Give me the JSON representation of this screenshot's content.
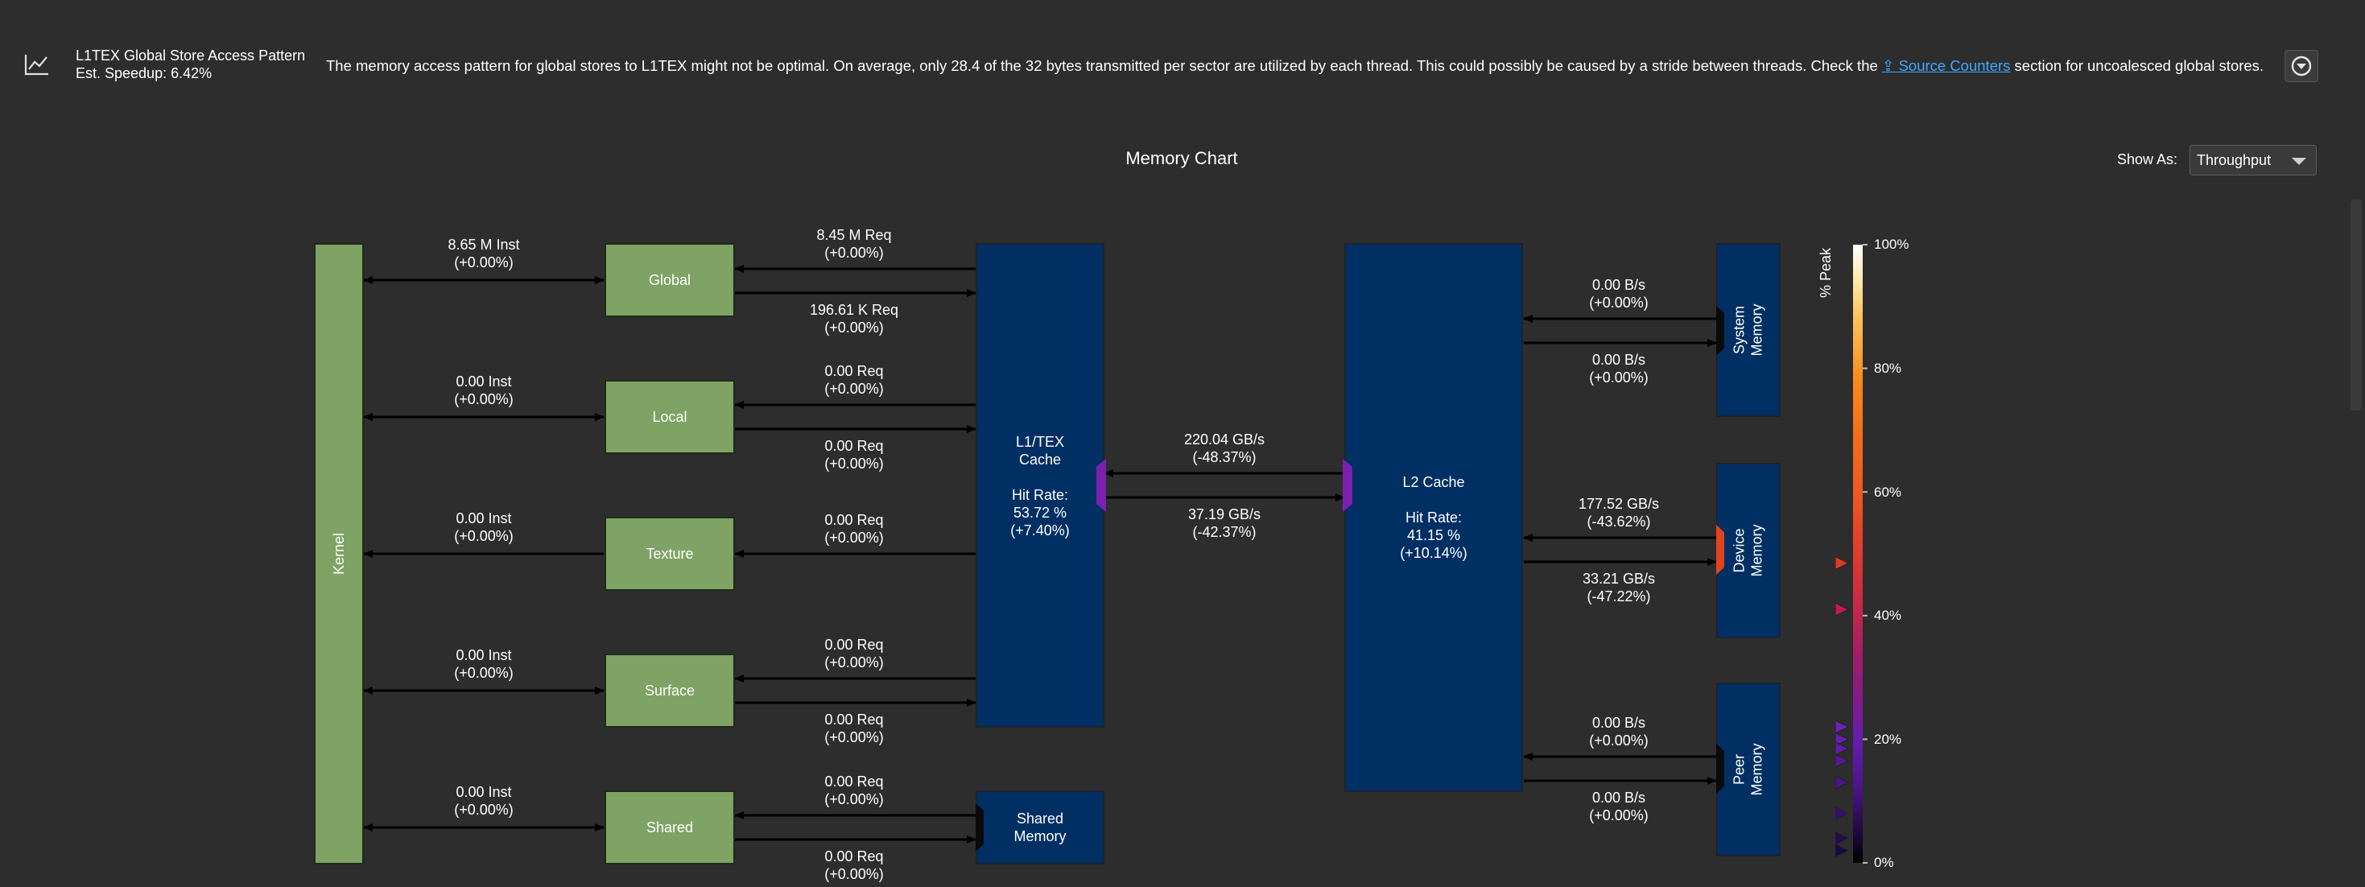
{
  "banner": {
    "icon": "line-chart-icon",
    "title": "L1TEX Global Store Access Pattern",
    "speedup": "Est. Speedup: 6.42%",
    "message_pre": "The memory access pattern for global stores to L1TEX might not be optimal. On average, only 28.4 of the 32 bytes transmitted per sector are utilized by each thread. This could possibly be caused by a stride between threads. Check the ",
    "link": "⇪ Source Counters",
    "message_post": " section for uncoalesced global stores."
  },
  "chart": {
    "title": "Memory Chart",
    "show_as_label": "Show As:",
    "show_as_value": "Throughput"
  },
  "units": {
    "kernel": "Kernel",
    "global": "Global",
    "local": "Local",
    "texture": "Texture",
    "surface": "Surface",
    "shared": "Shared",
    "l1tex": "L1/TEX\nCache\n\nHit Rate:\n53.72 %\n(+7.40%)",
    "shared_memory": "Shared\nMemory",
    "l2": "L2 Cache\n\nHit Rate:\n41.15 %\n(+10.14%)",
    "system_memory": "System\nMemory",
    "device_memory": "Device\nMemory",
    "peer_memory": "Peer\nMemory"
  },
  "links": {
    "kernel_global": "8.65 M Inst\n(+0.00%)",
    "kernel_local": "0.00 Inst\n(+0.00%)",
    "kernel_texture": "0.00 Inst\n(+0.00%)",
    "kernel_surface": "0.00 Inst\n(+0.00%)",
    "kernel_shared": "0.00 Inst\n(+0.00%)",
    "global_l1_top": "8.45 M Req\n(+0.00%)",
    "global_l1_bot": "196.61 K Req\n(+0.00%)",
    "local_l1_top": "0.00 Req\n(+0.00%)",
    "local_l1_bot": "0.00 Req\n(+0.00%)",
    "texture_l1": "0.00 Req\n(+0.00%)",
    "surface_l1_top": "0.00 Req\n(+0.00%)",
    "surface_l1_bot": "0.00 Req\n(+0.00%)",
    "shared_sm_top": "0.00 Req\n(+0.00%)",
    "shared_sm_bot": "0.00 Req\n(+0.00%)",
    "l1_l2_top": "220.04 GB/s\n(-48.37%)",
    "l1_l2_bot": "37.19 GB/s\n(-42.37%)",
    "l2_sys_top": "0.00 B/s\n(+0.00%)",
    "l2_sys_bot": "0.00 B/s\n(+0.00%)",
    "l2_dev_top": "177.52 GB/s\n(-43.62%)",
    "l2_dev_bot": "33.21 GB/s\n(-47.22%)",
    "l2_peer_top": "0.00 B/s\n(+0.00%)",
    "l2_peer_bot": "0.00 B/s\n(+0.00%)"
  },
  "scale": {
    "title": "% Peak",
    "ticks": [
      "100%",
      "80%",
      "60%",
      "40%",
      "20%",
      "0%"
    ],
    "markers_peak_pct": [
      48.5,
      41,
      22,
      20,
      18.5,
      16.5,
      13,
      8,
      4,
      2
    ],
    "marker_colors": [
      "#e23a22",
      "#c8184d",
      "#7020b5",
      "#6a1cb0",
      "#621aa6",
      "#58179a",
      "#4a1488",
      "#33106a",
      "#230b4f",
      "#1a0840"
    ],
    "colors": {
      "l1_port": "#7a1fb0",
      "l2_port_left": "#7a1fb0",
      "sys_port": "#0a0a0a",
      "dev_port": "#e2431d",
      "peer_port": "#0a0a0a",
      "shared_port": "#0a0a0a"
    }
  }
}
